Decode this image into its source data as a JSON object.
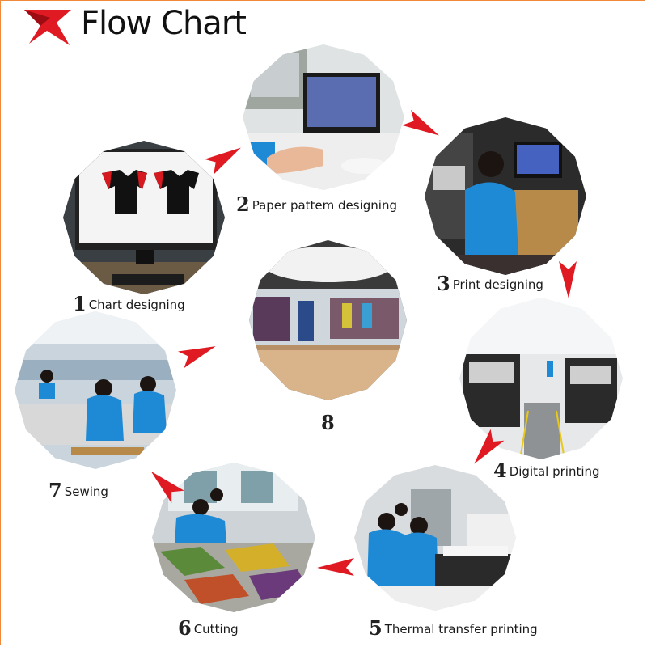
{
  "header": {
    "title": "Flow Chart"
  },
  "steps": [
    {
      "num": "1",
      "label": "Chart designing"
    },
    {
      "num": "2",
      "label": "Paper pattem designing"
    },
    {
      "num": "3",
      "label": "Print designing"
    },
    {
      "num": "4",
      "label": "Digital printing"
    },
    {
      "num": "5",
      "label": "Thermal transfer printing"
    },
    {
      "num": "6",
      "label": "Cutting"
    },
    {
      "num": "7",
      "label": "Sewing"
    },
    {
      "num": "8",
      "label": ""
    }
  ],
  "colors": {
    "accent": "#e01a22",
    "uniform": "#1e8ad6",
    "border": "#f08a3a"
  },
  "icons": {
    "logo": "red-swoosh-logo-icon",
    "arrow": "red-arrow-icon"
  }
}
